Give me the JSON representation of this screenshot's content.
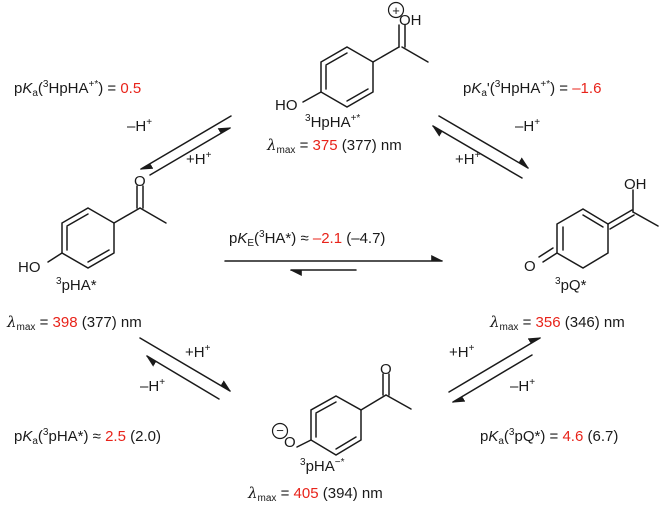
{
  "diagram": {
    "species": {
      "hpha": {
        "name": "HpHA",
        "state_prefix": "3",
        "charge": "+*",
        "atom_oh": "OH",
        "atom_ho": "HO",
        "charge_symbol": "+",
        "lambda_label": "λ",
        "lambda_sub": "max",
        "lambda_value": "375",
        "lambda_ref": "(377) nm"
      },
      "pha": {
        "name": "pHA*",
        "state_prefix": "3",
        "atom_o": "O",
        "atom_ho": "HO",
        "lambda_label": "λ",
        "lambda_sub": "max",
        "lambda_value": "398",
        "lambda_ref": "(377) nm"
      },
      "pq": {
        "name": "pQ*",
        "state_prefix": "3",
        "atom_oh": "OH",
        "atom_o": "O",
        "lambda_label": "λ",
        "lambda_sub": "max",
        "lambda_value": "356",
        "lambda_ref": "(346) nm"
      },
      "phaminus": {
        "name": "pHA",
        "state_prefix": "3",
        "charge": "−*",
        "atom_o_ketone": "O",
        "atom_o_anion": "O",
        "charge_symbol": "−",
        "lambda_label": "λ",
        "lambda_sub": "max",
        "lambda_value": "405",
        "lambda_ref": "(394) nm"
      }
    },
    "equilibria": {
      "pka_top_left": {
        "prefix": "p",
        "k": "K",
        "sub": "a",
        "arg_open": "(",
        "arg_state": "3",
        "arg_species": "HpHA",
        "arg_charge": "+*",
        "arg_close": ")",
        "relation": " = ",
        "value": "0.5",
        "ref": ""
      },
      "pka_top_right": {
        "prefix": "p",
        "k": "K",
        "sub": "a",
        "prime": "'",
        "arg_open": "(",
        "arg_state": "3",
        "arg_species": "HpHA",
        "arg_charge": "+*",
        "arg_close": ")",
        "relation": " = ",
        "value": "–1.6",
        "ref": ""
      },
      "pke_center": {
        "prefix": "p",
        "k": "K",
        "sub": "E",
        "arg_open": "(",
        "arg_state": "3",
        "arg_species": "HA*",
        "arg_close": ")",
        "relation": " ≈ ",
        "value": "–2.1",
        "ref": " (–4.7)"
      },
      "pka_bottom_left": {
        "prefix": "p",
        "k": "K",
        "sub": "a",
        "arg_open": "(",
        "arg_state": "3",
        "arg_species": "pHA*",
        "arg_close": ")",
        "relation": " ≈ ",
        "value": "2.5",
        "ref": " (2.0)"
      },
      "pka_bottom_right": {
        "prefix": "p",
        "k": "K",
        "sub": "a",
        "arg_open": "(",
        "arg_state": "3",
        "arg_species": "pQ*",
        "arg_close": ")",
        "relation": " = ",
        "value": "4.6",
        "ref": " (6.7)"
      }
    },
    "arrow_labels": {
      "tl_minus": {
        "text": "–H",
        "sup": "+"
      },
      "tl_plus": {
        "text": "+H",
        "sup": "+"
      },
      "tr_minus": {
        "text": "–H",
        "sup": "+"
      },
      "tr_plus": {
        "text": "+H",
        "sup": "+"
      },
      "bl_plus": {
        "text": "+H",
        "sup": "+"
      },
      "bl_minus": {
        "text": "–H",
        "sup": "+"
      },
      "br_plus": {
        "text": "+H",
        "sup": "+"
      },
      "br_minus": {
        "text": "–H",
        "sup": "+"
      }
    },
    "colors": {
      "highlight": "#e8231a",
      "ink": "#1a1a1a"
    }
  }
}
